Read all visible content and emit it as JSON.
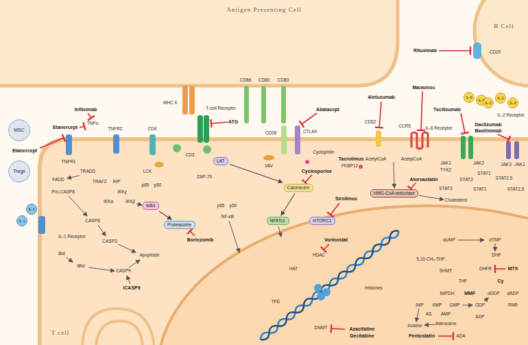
{
  "diagram": {
    "nodes": [
      {
        "text": [
          "Antigen Presenting Cell"
        ]
      },
      {
        "text": [
          "B Cell"
        ]
      },
      {
        "text": [
          "MSC"
        ]
      },
      {
        "text": [
          "Tregs"
        ]
      },
      {
        "text": [
          "T cell"
        ]
      },
      {
        "text": [
          "LAT"
        ],
        "in": 4
      },
      {
        "text": [
          "Calcineurin"
        ],
        "in": 4
      },
      {
        "text": [
          "NFATc1"
        ],
        "in": 4
      },
      {
        "text": [
          "mTORC1"
        ],
        "in": 4
      },
      {
        "text": [
          "HMG-CoA reductase"
        ],
        "in": 4
      },
      {
        "text": [
          "IκBα"
        ],
        "in": 4
      },
      {
        "text": [
          "Proteasome"
        ],
        "in": 4
      },
      {
        "text": [
          "IL-6"
        ]
      },
      {
        "text": [
          "IL-6"
        ]
      },
      {
        "text": [
          "IL-2"
        ]
      },
      {
        "text": [
          "IL-2"
        ]
      },
      {
        "text": [
          "IL-2"
        ]
      },
      {
        "text": [
          "IL-1"
        ]
      },
      {
        "text": [
          "IL-1"
        ]
      }
    ],
    "edges": [
      {
        "from": 5,
        "to": 6,
        "arrow": "to"
      },
      {
        "from": 6,
        "to": 7,
        "arrow": "to"
      },
      {
        "from": 10,
        "to": 11,
        "arrow": "to"
      }
    ],
    "labels": [
      "Rituximab",
      "CD20",
      "MHC II",
      "T-cell Receptor",
      "ATG",
      "CD4",
      "CD3",
      "LCK",
      "ZAP-70",
      "CD86",
      "CD80",
      "CD80",
      "CD28",
      "CTLA4",
      "Abatacept",
      "VAV",
      "Cyclophilin",
      "Cyclosporine",
      "Tacrolimus",
      "FKBP12",
      "Sirolimus",
      "Aletuzumab",
      "CD52",
      "Maraviroc",
      "CCR5",
      "Tocilizumab",
      "IL-6 Receptor",
      "Daclizumab",
      "Basiliximab",
      "IL-2 Receptor",
      "AcetylCoA",
      "AcetylCoA",
      "Atorvastatin",
      "Cholesterol",
      "JAK1",
      "TYK2",
      "JAK2",
      "STAT3",
      "STAT3",
      "STAT1",
      "STAT1",
      "JAK3",
      "JAK1",
      "STAT2,5",
      "STAT2,5",
      "Infliximab",
      "Etanercept",
      "Etanercept",
      "TNFα",
      "TNFR2",
      "TNFR1",
      "TRADD",
      "FADD",
      "Pro-CASP8",
      "TRAF2",
      "RIP",
      "IKKγ",
      "IKKα",
      "IKKβ",
      "p65",
      "p50",
      "p65",
      "p50",
      "NF-κB",
      "Bortezomib",
      "CASP8",
      "CASP3",
      "CASP9",
      "Apoptosis",
      "iCASP9",
      "Bid",
      "tBid",
      "IL-1 Receptor",
      "Vorinostat",
      "HDAC",
      "HAT",
      "TFD",
      "Histones",
      "DNMT",
      "Azacitidine",
      "Decitabine",
      "dUMP",
      "dTMP",
      "DHF",
      "5,10-CH₂-THF",
      "SHMT",
      "THF",
      "DHFR",
      "MTX",
      "Cy",
      "dGDP",
      "IMPDH",
      "MMF",
      "IMP",
      "XMP",
      "GMP",
      "GDP",
      "dADP",
      "RNR",
      "AS",
      "AMP",
      "ADP",
      "Adenosine",
      "Inosine",
      "Pentostatin",
      "ADA"
    ]
  }
}
